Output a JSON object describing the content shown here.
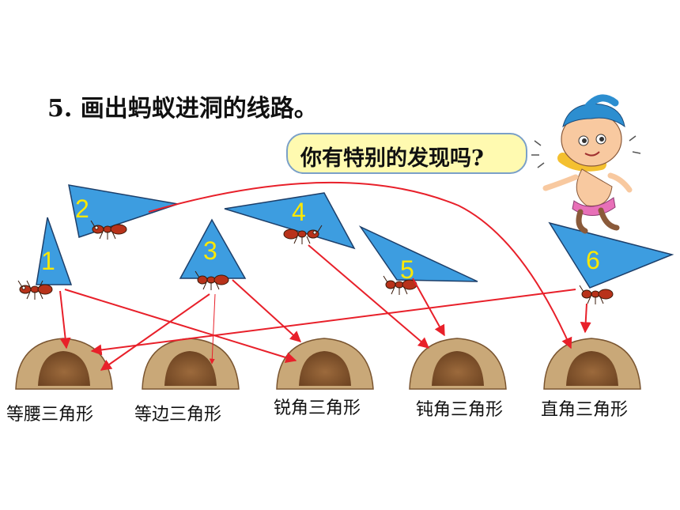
{
  "title": "5. 画出蚂蚁进洞的线路。",
  "bubble": {
    "text": "你有特别的发现吗?"
  },
  "triangles": [
    {
      "number": "1"
    },
    {
      "number": "2"
    },
    {
      "number": "3"
    },
    {
      "number": "4"
    },
    {
      "number": "5"
    },
    {
      "number": "6"
    }
  ],
  "holes": [
    {
      "label": "等腰三角形"
    },
    {
      "label": "等边三角形"
    },
    {
      "label": "锐角三角形"
    },
    {
      "label": "钝角三角形"
    },
    {
      "label": "直角三角形"
    }
  ],
  "connections": [
    {
      "from": "1",
      "to": "等腰三角形"
    },
    {
      "from": "1",
      "to": "锐角三角形"
    },
    {
      "from": "2",
      "to": "直角三角形"
    },
    {
      "from": "3",
      "to": "等腰三角形"
    },
    {
      "from": "3",
      "to": "等边三角形"
    },
    {
      "from": "3",
      "to": "锐角三角形"
    },
    {
      "from": "4",
      "to": "钝角三角形"
    },
    {
      "from": "5",
      "to": "钝角三角形"
    },
    {
      "from": "6",
      "to": "等腰三角形"
    },
    {
      "from": "6",
      "to": "直角三角形"
    }
  ],
  "colors": {
    "triangle_fill": "#3d9de0",
    "triangle_stroke": "#1d3f6a",
    "number": "#ffe800",
    "route_line": "#e8202a",
    "hole_mound": "#b08858",
    "hole_inside": "#8b5a30",
    "bubble_fill": "#fffab0",
    "bubble_border": "#7aa0c8"
  }
}
